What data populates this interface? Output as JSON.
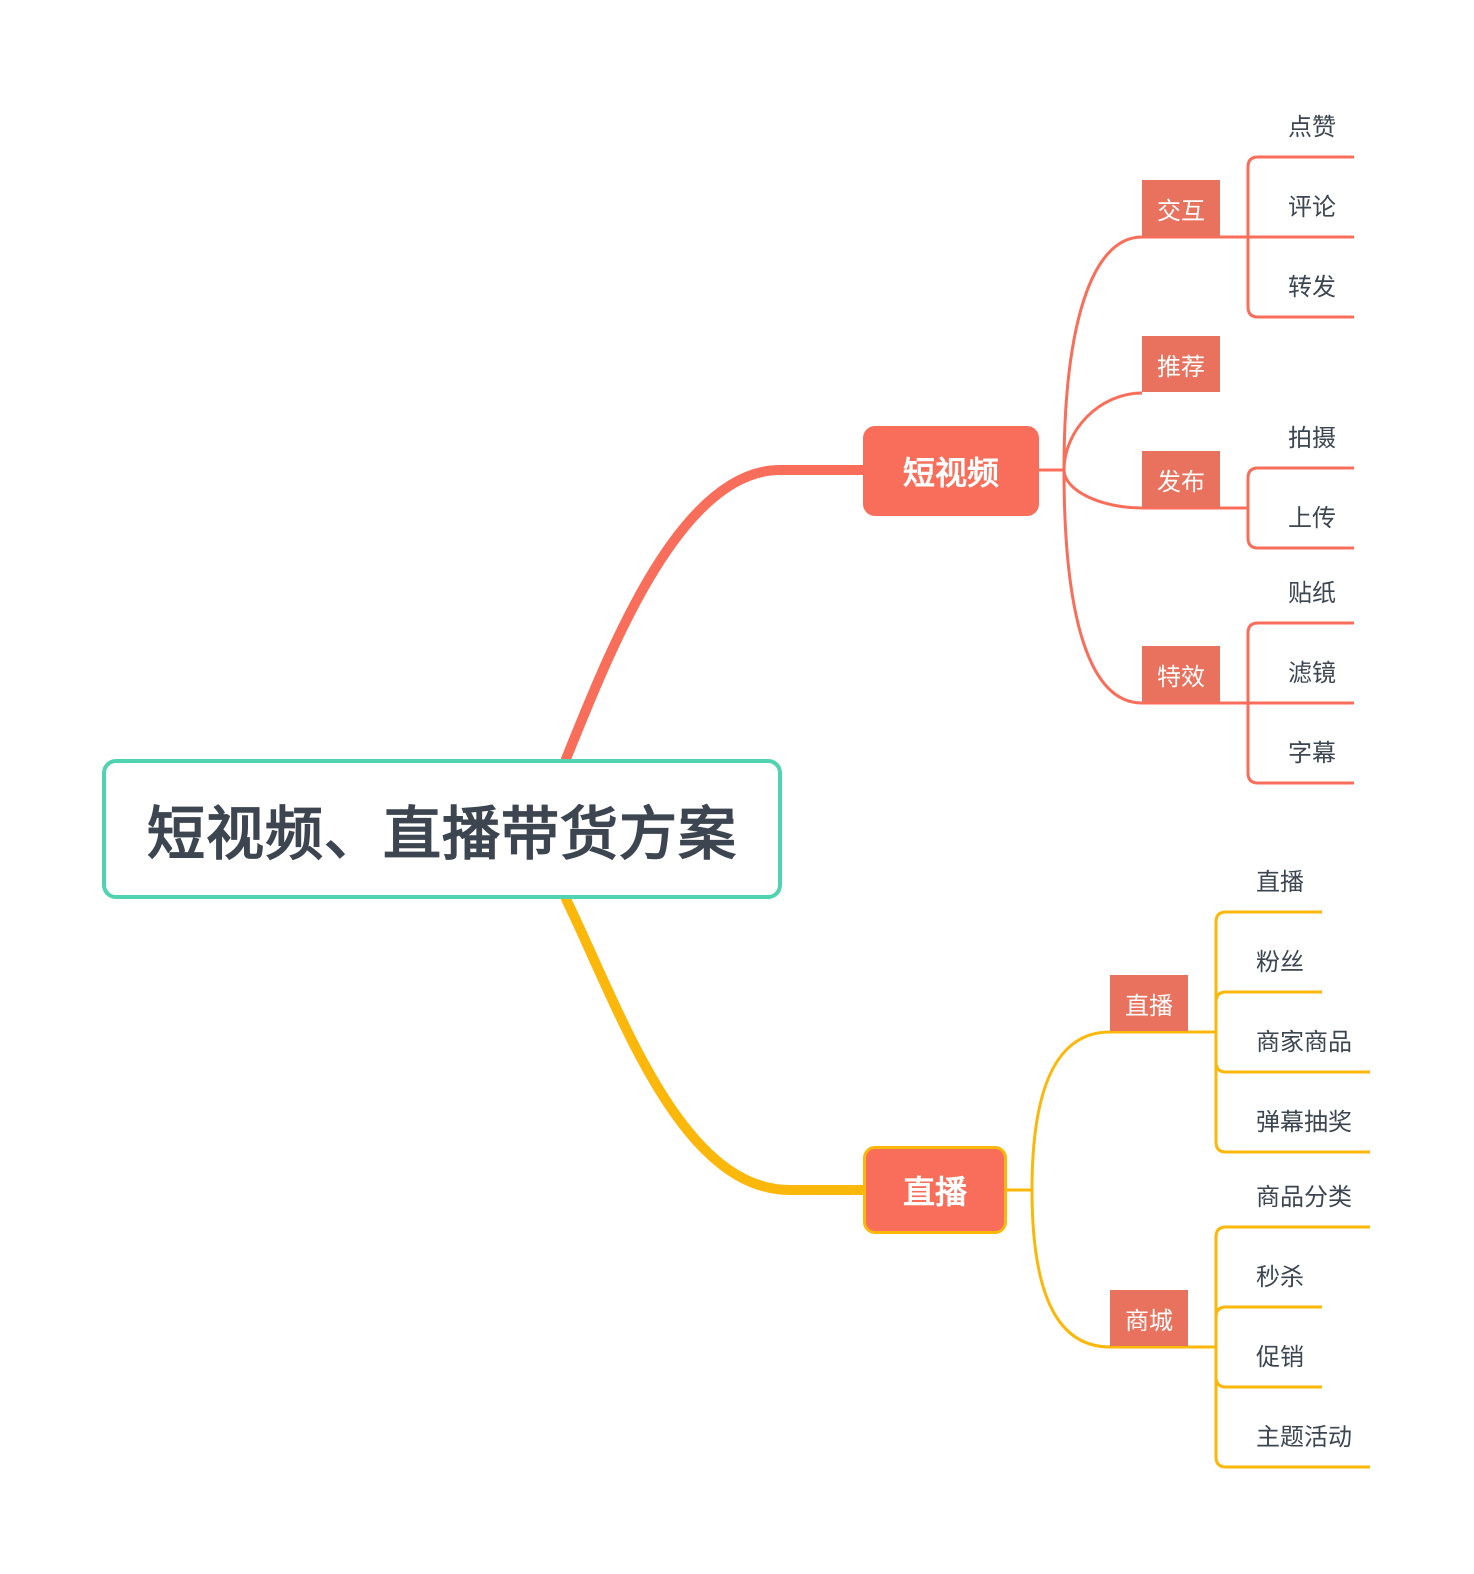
{
  "central": {
    "label": "短视频、直播带货方案",
    "border_color": "#4fd3b0"
  },
  "branches": [
    {
      "label": "短视频",
      "color": "#f96e5a",
      "children": [
        {
          "label": "交互",
          "items": [
            "点赞",
            "评论",
            "转发"
          ]
        },
        {
          "label": "推荐",
          "items": []
        },
        {
          "label": "发布",
          "items": [
            "拍摄",
            "上传"
          ]
        },
        {
          "label": "特效",
          "items": [
            "贴纸",
            "滤镜",
            "字幕"
          ]
        }
      ]
    },
    {
      "label": "直播",
      "color": "#fbb70a",
      "children": [
        {
          "label": "直播",
          "items": [
            "直播",
            "粉丝",
            "商家商品",
            "弹幕抽奖"
          ]
        },
        {
          "label": "商城",
          "items": [
            "商品分类",
            "秒杀",
            "促销",
            "主题活动"
          ]
        }
      ]
    }
  ]
}
